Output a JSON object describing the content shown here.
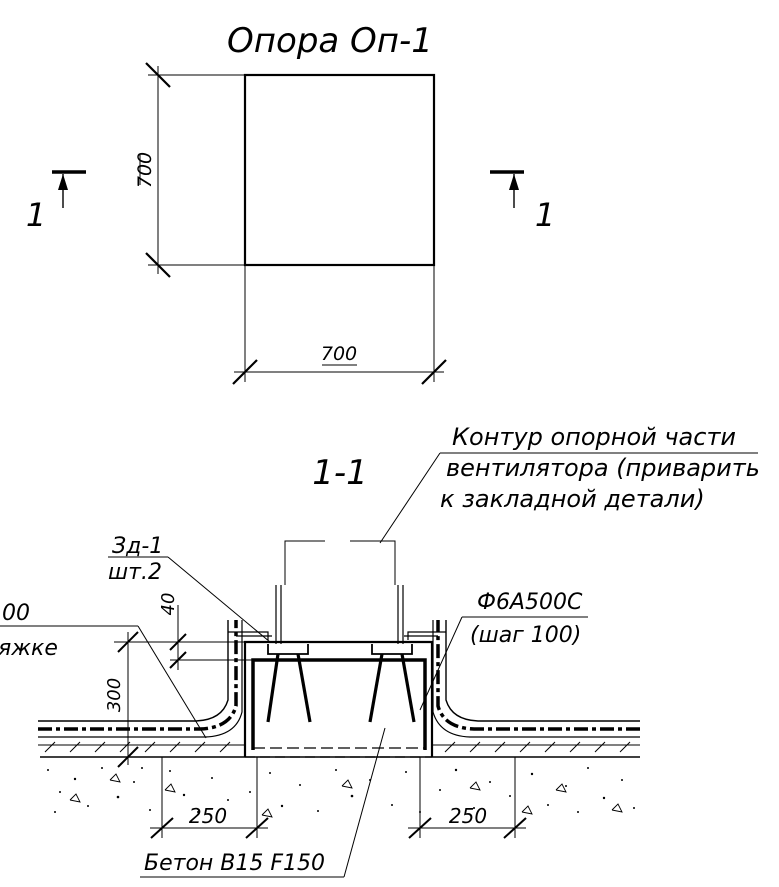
{
  "plan": {
    "title": "Опора Оп-1",
    "dim_height": "700",
    "dim_width": "700",
    "section_mark_left": "1",
    "section_mark_right": "1"
  },
  "section": {
    "title": "1-1",
    "contour_note_line1": "Контур опорной части",
    "contour_note_line2": "вентилятора (приварить",
    "contour_note_line3": "к закладной детали)",
    "embed_label": "Зд-1",
    "embed_qty": "шт.2",
    "rebar_label": "Ф6А500С",
    "rebar_step": "(шаг 100)",
    "left_cut_top": "00",
    "left_cut_bottom": "яжке",
    "dim_40": "40",
    "dim_300": "300",
    "dim_250_left": "250",
    "dim_250_right": "250",
    "concrete_label": "Бетон В15 F150"
  }
}
